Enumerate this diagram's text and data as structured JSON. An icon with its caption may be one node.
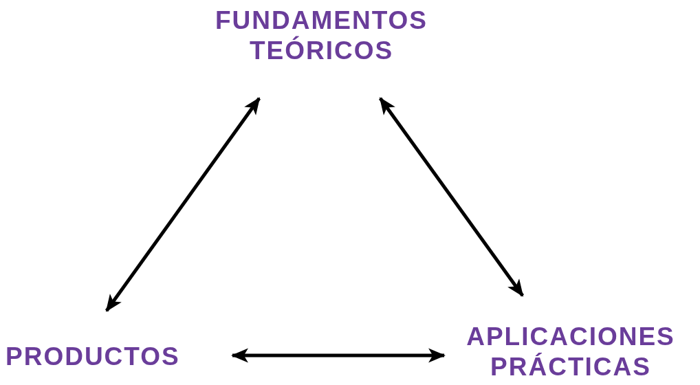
{
  "diagram": {
    "nodes": [
      {
        "text": [
          "FUNDAMENTOS TEÓRICOS"
        ]
      },
      {
        "text": [
          "PRODUCTOS"
        ]
      },
      {
        "text": [
          "APLICACIONES PRÁCTICAS"
        ]
      }
    ],
    "edges": [
      {
        "from": 1,
        "to": 0,
        "arrow": "both"
      },
      {
        "from": 0,
        "to": 2,
        "arrow": "both"
      },
      {
        "from": 1,
        "to": 2,
        "arrow": "both"
      }
    ]
  }
}
